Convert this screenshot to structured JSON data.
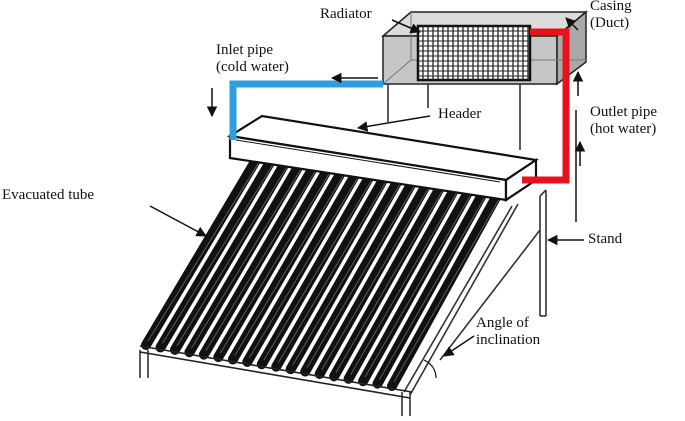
{
  "labels": {
    "radiator": "Radiator",
    "casing_line1": "Casing",
    "casing_line2": "(Duct)",
    "inlet_line1": "Inlet pipe",
    "inlet_line2": "(cold water)",
    "header": "Header",
    "outlet_line1": "Outlet pipe",
    "outlet_line2": "(hot water)",
    "evacuated_tube": "Evacuated tube",
    "stand": "Stand",
    "angle_line1": "Angle of",
    "angle_line2": "inclination"
  },
  "colors": {
    "cold_pipe": "#2e9fdc",
    "hot_pipe": "#e8121c",
    "casing_fill": "#c8c8c8",
    "casing_side": "#a9a9a9",
    "tube_fill": "#111111",
    "line": "#222222"
  },
  "tube_count": 18
}
